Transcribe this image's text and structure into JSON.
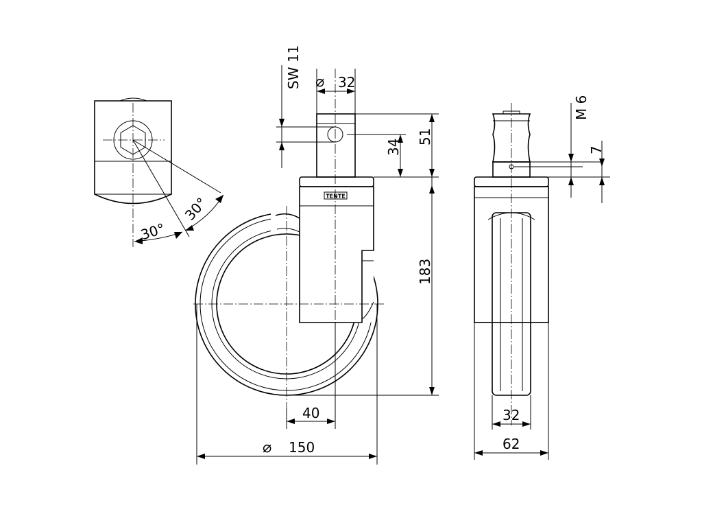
{
  "drawing": {
    "logo_text": "TENTE",
    "labels": {
      "hex_size": "SW 11",
      "stem_diameter": "32",
      "dim_51": "51",
      "dim_34": "34",
      "thread": "M 6",
      "dim_7": "7",
      "height_183": "183",
      "offset_40": "40",
      "wheel_diameter": "150",
      "wheel_width_32": "32",
      "overall_width_62": "62",
      "angle_a": "30°",
      "angle_b": "30°"
    },
    "symbols": {
      "diameter": "⌀"
    }
  }
}
